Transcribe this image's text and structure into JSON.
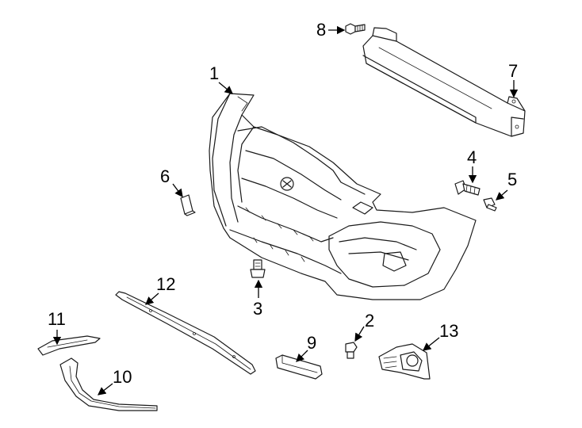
{
  "diagram": {
    "callouts": [
      {
        "id": "1",
        "label": "1",
        "name": "bumper-cover"
      },
      {
        "id": "2",
        "label": "2",
        "name": "retainer-clip"
      },
      {
        "id": "3",
        "label": "3",
        "name": "push-retainer"
      },
      {
        "id": "4",
        "label": "4",
        "name": "rivet-fastener"
      },
      {
        "id": "5",
        "label": "5",
        "name": "screw"
      },
      {
        "id": "6",
        "label": "6",
        "name": "bracket-tab"
      },
      {
        "id": "7",
        "label": "7",
        "name": "impact-bar"
      },
      {
        "id": "8",
        "label": "8",
        "name": "bolt"
      },
      {
        "id": "9",
        "label": "9",
        "name": "license-bracket"
      },
      {
        "id": "10",
        "label": "10",
        "name": "lower-molding"
      },
      {
        "id": "11",
        "label": "11",
        "name": "side-trim"
      },
      {
        "id": "12",
        "label": "12",
        "name": "lower-spoiler-strip"
      },
      {
        "id": "13",
        "label": "13",
        "name": "fog-lamp-bezel"
      }
    ]
  }
}
